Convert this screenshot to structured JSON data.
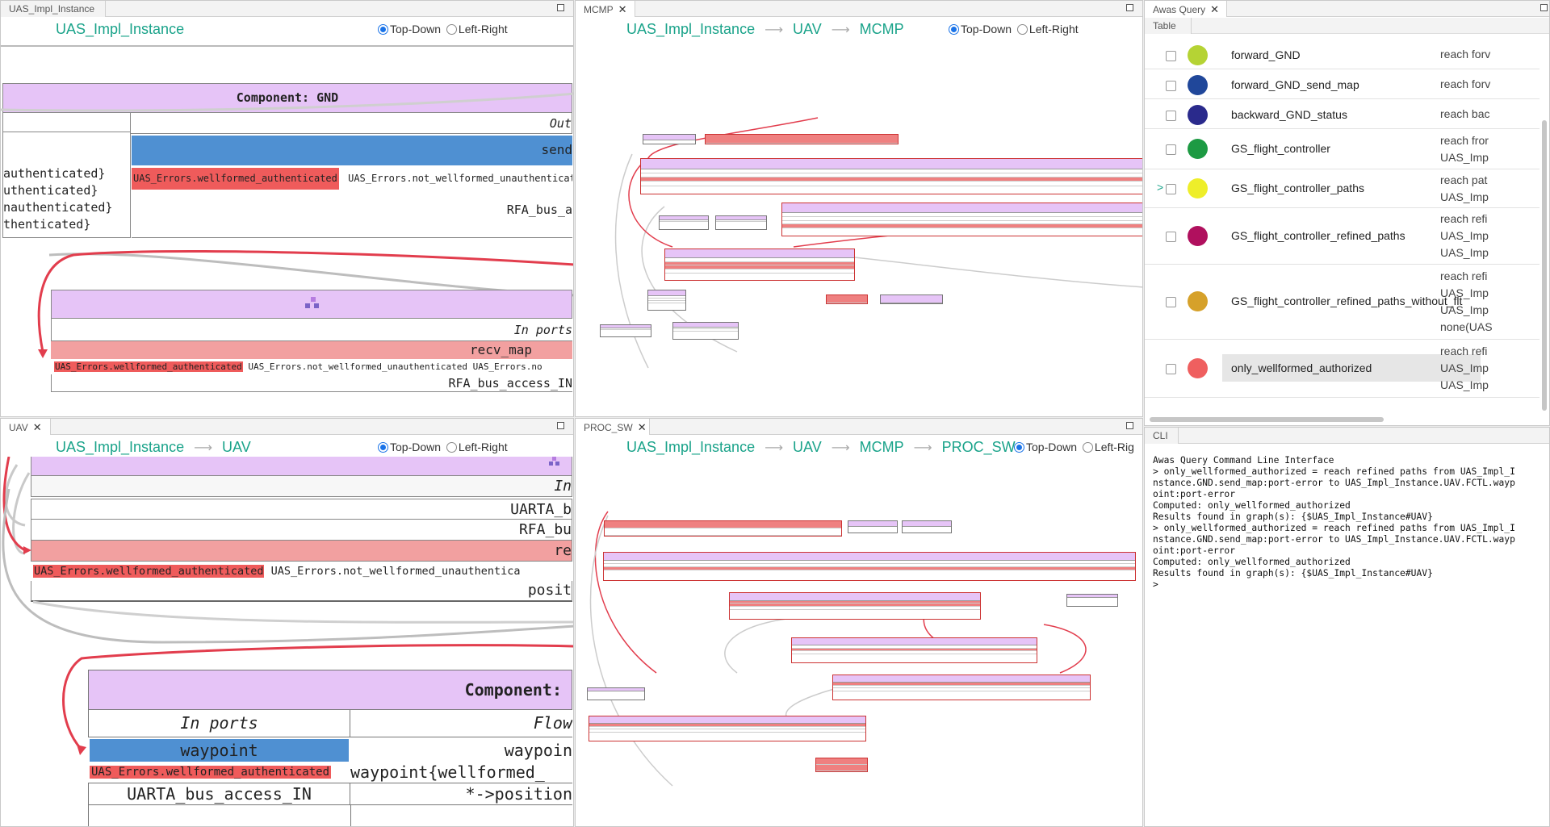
{
  "panels": {
    "p1": {
      "tab": "UAS_Impl_Instance",
      "crumbs": [
        "UAS_Impl_Instance"
      ],
      "radio_top": "Top-Down",
      "radio_left": "Left-Right",
      "component_title": "Component: GND",
      "out_header": "Out",
      "send_cell": "send",
      "err_red": "UAS_Errors.wellformed_authenticated",
      "err_plain": "UAS_Errors.not_wellformed_unauthenticated",
      "rfa_cell": "RFA_bus_a",
      "left_lines": [
        "authenticated}",
        "uthenticated}",
        "nauthenticated}",
        "thenticated}"
      ],
      "in_ports": "In ports",
      "recv_map": "recv_map",
      "recv_err_red": "UAS_Errors.wellformed_authenticated",
      "recv_err_plain": "UAS_Errors.not_wellformed_unauthenticated UAS_Errors.no",
      "rfa_in": "RFA_bus_access_IN"
    },
    "p2": {
      "tab": "MCMP",
      "crumbs": [
        "UAS_Impl_Instance",
        "UAV",
        "MCMP"
      ],
      "radio_top": "Top-Down",
      "radio_left": "Left-Right"
    },
    "p3": {
      "tab": "UAV",
      "crumbs": [
        "UAS_Impl_Instance",
        "UAV"
      ],
      "radio_top": "Top-Down",
      "radio_left": "Left-Right",
      "in_header": "In",
      "uarta": "UARTA_b",
      "rfa": "RFA_bu",
      "re": "re",
      "err_red": "UAS_Errors.wellformed_authenticated",
      "err_plain": "UAS_Errors.not_wellformed_unauthentica",
      "posit": "posit",
      "component": "Component:",
      "in_ports": "In ports",
      "flow": "Flow",
      "waypoint": "waypoint",
      "waypoint_flow": "waypoin",
      "wp_err_red": "UAS_Errors.wellformed_authenticated",
      "wp_flow2": "waypoint{wellformed_",
      "uarta_in": "UARTA_bus_access_IN",
      "posit2": "*->position"
    },
    "p4": {
      "tab": "PROC_SW",
      "crumbs": [
        "UAS_Impl_Instance",
        "UAV",
        "MCMP",
        "PROC_SW"
      ],
      "radio_top": "Top-Down",
      "radio_left": "Left-Rig"
    },
    "p5": {
      "tab": "Awas Query",
      "subtab": "Table",
      "rows": [
        {
          "name": "forward_GND",
          "desc": [
            "reach forv"
          ],
          "color": "#b5d334"
        },
        {
          "name": "forward_GND_send_map",
          "desc": [
            "reach forv"
          ],
          "color": "#20479a"
        },
        {
          "name": "backward_GND_status",
          "desc": [
            "reach bac"
          ],
          "color": "#2a2a8c"
        },
        {
          "name": "GS_flight_controller",
          "desc": [
            "reach fror",
            "UAS_Imp"
          ],
          "color": "#1d9a43"
        },
        {
          "name": "GS_flight_controller_paths",
          "desc": [
            "reach pat",
            "UAS_Imp"
          ],
          "color": "#eeee2a"
        },
        {
          "name": "GS_flight_controller_refined_paths",
          "desc": [
            "reach refi",
            "UAS_Imp",
            "UAS_Imp"
          ],
          "color": "#b0105e"
        },
        {
          "name": "GS_flight_controller_refined_paths_without_flt",
          "desc": [
            "reach refi",
            "UAS_Imp",
            "UAS_Imp",
            "none(UAS"
          ],
          "color": "#d6a12a"
        },
        {
          "name": "only_wellformed_authorized",
          "desc": [
            "reach refi",
            "UAS_Imp",
            "UAS_Imp"
          ],
          "color": "#ef5f5f"
        }
      ]
    },
    "p6": {
      "tab": "CLI",
      "text": "Awas Query Command Line Interface\n> only_wellformed_authorized = reach refined paths from UAS_Impl_I\nnstance.GND.send_map:port-error to UAS_Impl_Instance.UAV.FCTL.wayp\noint:port-error\nComputed: only_wellformed_authorized\nResults found in graph(s): {$UAS_Impl_Instance#UAV}\n> only_wellformed_authorized = reach refined paths from UAS_Impl_I\nnstance.GND.send_map:port-error to UAS_Impl_Instance.UAV.FCTL.wayp\noint:port-error\nComputed: only_wellformed_authorized\nResults found in graph(s): {$UAS_Impl_Instance#UAV}\n>"
    }
  },
  "colors": {
    "accent": "#1aa38a",
    "lavender": "#e6c4f7",
    "pink": "#f2a0a0",
    "red": "#ef5b5b",
    "blue": "#4f90d2"
  }
}
